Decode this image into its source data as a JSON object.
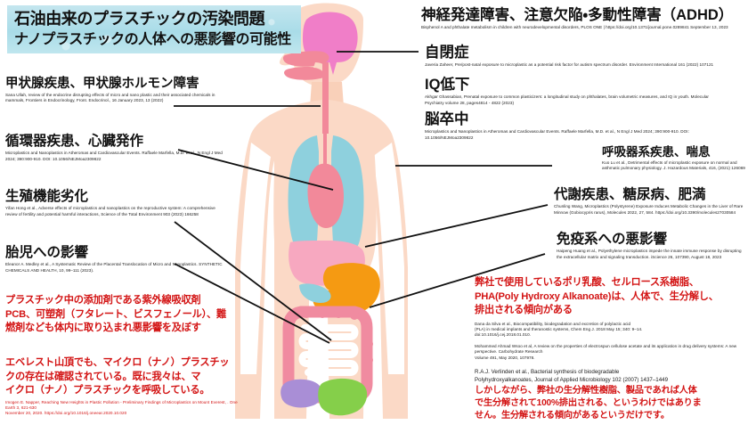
{
  "title": {
    "line1": "石油由来のプラスチックの汚染問題",
    "line2": "ナノプラスチックの人体への悪影響の可能性"
  },
  "colors": {
    "banner_blue": "#a9dce8",
    "red_text": "#d31414",
    "black_text": "#111111",
    "skin": "#f9d8c4",
    "brain_pink": "#f07ec8",
    "lung_teal": "#8ed0dd",
    "heart_pink": "#f2899a",
    "liver_pink": "#f7a8c0",
    "stomach_orange": "#f59a12",
    "colon_pink": "#f08ba0",
    "intestine_white": "#ffffff",
    "bladder_purple": "#a98ed6",
    "organ_green": "#85cf4a"
  },
  "left_labels": [
    {
      "heading": "甲状腺疾患、甲状腺ホルモン障害",
      "citation": "Sana Ullah, review of the endocrine disrupting effects of micro and nano plastic and their associated chemicals in mammals, Frontiers in Endocrinology, Front. Endocrinol., 16 January 2023, 13 (2022)"
    },
    {
      "heading": "循環器疾患、心臓発作",
      "citation": "Microplastics and Nanoplastics in Atheromas and Cardiovascular Events. Raffaele Marfella, M.D. et al., N Engl J Med 2024; 390:900-910. DOI: 10.1056/NEJMoa2309822"
    },
    {
      "heading": "生殖機能劣化",
      "citation": "Yifan Hong et al., Adverse effects of microplastics and nanoplastics on the reproductive system: A comprehensive review of fertility and potential harmful interactions, Science of the Total Environment 903 (2023) 166258"
    },
    {
      "heading": "胎児への影響",
      "citation": "Eleanor A. Medley et al.,  A Systematic Review of the Placental Translocation of Micro and Nanoplastics. SYNTHETIC CHEMICALS AND HEALTH, 10, 99–111 (2023)."
    }
  ],
  "right_labels": [
    {
      "heading": "神経発達障害、注意欠陥・多動性障害（ADHD）",
      "citation": "Bisphenol A and phthalate metabolism in children with neurodevelopmental disorders, PLOS ONE | https://doi.org/10.1371/journal.pone.0289841 September 13, 2023"
    },
    {
      "heading": "自閉症",
      "citation": "Javeria Zaheer, Pre/post-natal exposure to microplastic as a potential risk factor for autism spectrum disorder. Environment International 161 (2022) 107121"
    },
    {
      "heading": "IQ低下",
      "citation": "Akhgar Ghassabian, Prenatal exposure to common plasticizers: a longitudinal study on phthalates, brain volumetric measures, and IQ in youth. Molecular Psychiatry volume 28, pages4814 - 4822 (2023)"
    },
    {
      "heading": "脳卒中",
      "citation": "Microplastics and Nanoplastics in Atheromas and Cardiovascular Events. Raffaele Marfella, M.D. et al., N Engl J Med 2024; 390:900-910. DOI: 10.1056/NEJMoa2309822"
    },
    {
      "heading": "呼吸器系疾患、喘息",
      "citation": "Kuo Lu et al., Detrimental effects of microplastic exposure on normal and asthmatic pulmonary physiology. J. Hazardous Materials, 416, (2021) 126069"
    },
    {
      "heading": "代謝疾患、糖尿病、肥満",
      "citation": "Chunling Wang, Microplastics (Polystyrene) Exposure Induces Metabolic Changes in the Liver of Rare Minnow (Gobiocypris rarus), Molecules 2022, 27, 584. https://doi.org/10.3390/molecules27030584"
    },
    {
      "heading": "免疫系への悪影響",
      "citation": "Haipeng Huang et al., Polyethylene microplastics impede the innate immune response by disrupting the extracellular matrix and signaling transduction. iScience 26, 107390, August 18, 2023"
    }
  ],
  "red_blocks": {
    "bottom_left_1": "プラスチック中の添加剤である紫外線吸収剤\nPCB、可塑剤（フタレート、ビスフェノール）、難\n燃剤なども体内に取り込まれ悪影響を及ぼす",
    "bottom_left_2": "エベレスト山頂でも、マイクロ（ナノ）プラスチッ\nクの存在は確認されている。既に我々は、マ\nイクロ（ナノ）プラスチックを呼吸している。",
    "bottom_left_2_citation": "Imogen E. Napper, Reaching New Heights in Plastic Pollution - Preliminary Findings of Microplastics on Mount Everest, . One Earth 3, 621-630\nNovember 20, 2020.  https://doi.org/10.1016/j.oneear.2020.10.020",
    "bottom_right_1": "弊社で使用しているポリ乳酸、セルロース系樹脂、\nPHA(Poly Hydroxy Alkanoate)は、人体で、生分解し、\n排出される傾向がある",
    "bottom_right_cit_1": "Dana da Silva et al., Biocompatibility, biodegradation and excretion of polylactic acid\n(PLA) in medical implants and theranostic systems, Chem Eng J. 2018 May 15; 340: 9–14.\ndoi:10.1016/j.cej.2018.01.010.",
    "bottom_right_cit_2": "Mohammed Ahmad Wsoo et al, A review on the properties of electrospun cellulose acetate and its application in drug delivery systems: A new perspective. Carbohydrate Research\nVolume 491, May 2020, 107978.",
    "bottom_right_cit_3": "R.A.J. Verlinden et al., Bacterial synthesis of biodegradable\nPolyhydroxyalkanoates, Journal of Applied Microbiology 102 (2007) 1437–1449",
    "bottom_right_2": "しかしながら、弊社の生分解性樹脂、製品であれば人体\nで生分解されて100%排出される、というわけではありま\nせん。生分解される傾向があるというだけです。"
  },
  "figure": {
    "alt": "human body anatomy illustration",
    "organs": [
      "brain",
      "nasal-cavity",
      "esophagus",
      "lungs",
      "heart",
      "liver",
      "stomach",
      "colon",
      "small-intestine",
      "bladder",
      "reproductive-organ"
    ]
  }
}
